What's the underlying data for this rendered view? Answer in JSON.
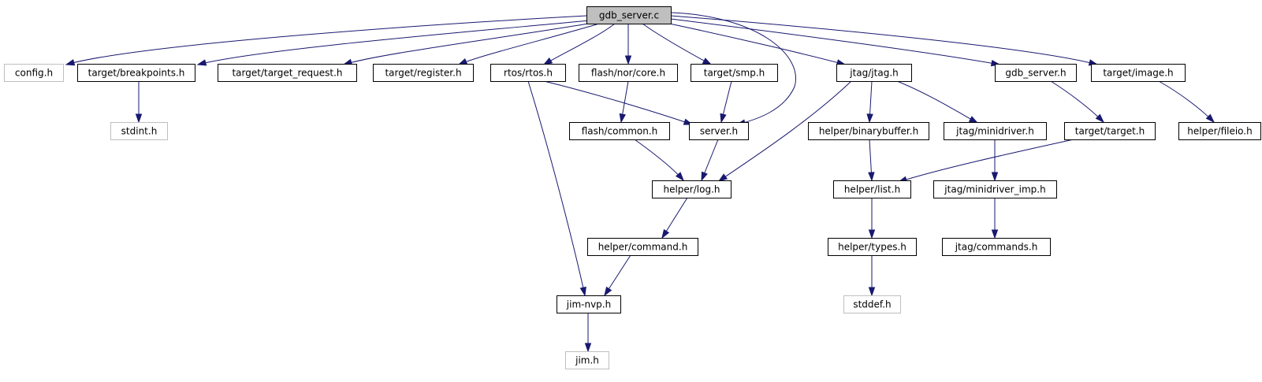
{
  "colors": {
    "edge": "#191970",
    "root_fill": "#bfbfbf",
    "node_border": "#000000",
    "missing_border": "#bfbfbf",
    "missing_text": "#404040",
    "background": "#ffffff"
  },
  "nodes": {
    "gdb_server_c": {
      "label": "gdb_server.c",
      "kind": "root"
    },
    "config_h": {
      "label": "config.h",
      "kind": "missing"
    },
    "target_breakpoints_h": {
      "label": "target/breakpoints.h",
      "kind": "normal"
    },
    "target_target_request_h": {
      "label": "target/target_request.h",
      "kind": "normal"
    },
    "target_register_h": {
      "label": "target/register.h",
      "kind": "normal"
    },
    "rtos_rtos_h": {
      "label": "rtos/rtos.h",
      "kind": "normal"
    },
    "flash_nor_core_h": {
      "label": "flash/nor/core.h",
      "kind": "normal"
    },
    "target_smp_h": {
      "label": "target/smp.h",
      "kind": "normal"
    },
    "jtag_jtag_h": {
      "label": "jtag/jtag.h",
      "kind": "normal"
    },
    "gdb_server_h": {
      "label": "gdb_server.h",
      "kind": "normal"
    },
    "target_image_h": {
      "label": "target/image.h",
      "kind": "normal"
    },
    "stdint_h": {
      "label": "stdint.h",
      "kind": "missing"
    },
    "flash_common_h": {
      "label": "flash/common.h",
      "kind": "normal"
    },
    "server_h": {
      "label": "server.h",
      "kind": "normal"
    },
    "helper_binarybuffer_h": {
      "label": "helper/binarybuffer.h",
      "kind": "normal"
    },
    "jtag_minidriver_h": {
      "label": "jtag/minidriver.h",
      "kind": "normal"
    },
    "target_target_h": {
      "label": "target/target.h",
      "kind": "normal"
    },
    "helper_fileio_h": {
      "label": "helper/fileio.h",
      "kind": "normal"
    },
    "helper_log_h": {
      "label": "helper/log.h",
      "kind": "normal"
    },
    "helper_list_h": {
      "label": "helper/list.h",
      "kind": "normal"
    },
    "jtag_minidriver_imp_h": {
      "label": "jtag/minidriver_imp.h",
      "kind": "normal"
    },
    "helper_command_h": {
      "label": "helper/command.h",
      "kind": "normal"
    },
    "helper_types_h": {
      "label": "helper/types.h",
      "kind": "normal"
    },
    "jtag_commands_h": {
      "label": "jtag/commands.h",
      "kind": "normal"
    },
    "jim_nvp_h": {
      "label": "jim-nvp.h",
      "kind": "normal"
    },
    "stddef_h": {
      "label": "stddef.h",
      "kind": "missing"
    },
    "jim_h": {
      "label": "jim.h",
      "kind": "missing"
    }
  },
  "edges": [
    [
      "gdb_server_c",
      "config_h"
    ],
    [
      "gdb_server_c",
      "target_breakpoints_h"
    ],
    [
      "gdb_server_c",
      "target_target_request_h"
    ],
    [
      "gdb_server_c",
      "target_register_h"
    ],
    [
      "gdb_server_c",
      "rtos_rtos_h"
    ],
    [
      "gdb_server_c",
      "flash_nor_core_h"
    ],
    [
      "gdb_server_c",
      "target_smp_h"
    ],
    [
      "gdb_server_c",
      "jtag_jtag_h"
    ],
    [
      "gdb_server_c",
      "gdb_server_h"
    ],
    [
      "gdb_server_c",
      "target_image_h"
    ],
    [
      "gdb_server_c",
      "server_h"
    ],
    [
      "target_breakpoints_h",
      "stdint_h"
    ],
    [
      "rtos_rtos_h",
      "server_h"
    ],
    [
      "rtos_rtos_h",
      "jim_nvp_h"
    ],
    [
      "flash_nor_core_h",
      "flash_common_h"
    ],
    [
      "target_smp_h",
      "server_h"
    ],
    [
      "jtag_jtag_h",
      "helper_log_h"
    ],
    [
      "jtag_jtag_h",
      "helper_binarybuffer_h"
    ],
    [
      "jtag_jtag_h",
      "jtag_minidriver_h"
    ],
    [
      "gdb_server_h",
      "target_target_h"
    ],
    [
      "target_image_h",
      "helper_fileio_h"
    ],
    [
      "flash_common_h",
      "helper_log_h"
    ],
    [
      "server_h",
      "helper_log_h"
    ],
    [
      "helper_binarybuffer_h",
      "helper_list_h"
    ],
    [
      "jtag_minidriver_h",
      "jtag_minidriver_imp_h"
    ],
    [
      "target_target_h",
      "helper_list_h"
    ],
    [
      "helper_log_h",
      "helper_command_h"
    ],
    [
      "helper_list_h",
      "helper_types_h"
    ],
    [
      "jtag_minidriver_imp_h",
      "jtag_commands_h"
    ],
    [
      "helper_command_h",
      "jim_nvp_h"
    ],
    [
      "helper_types_h",
      "stddef_h"
    ],
    [
      "jim_nvp_h",
      "jim_h"
    ]
  ]
}
